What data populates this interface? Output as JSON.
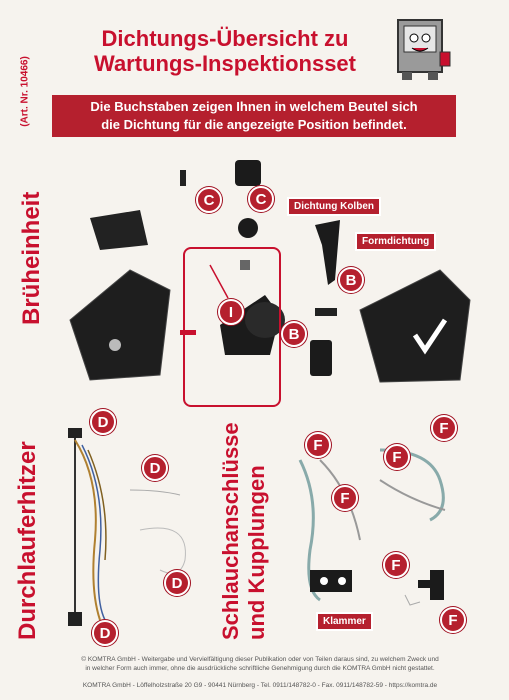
{
  "header": {
    "title_line1": "Dichtungs-Übersicht zu",
    "title_line2": "Wartungs-Inspektionsset",
    "art_nr": "(Art. Nr. 10466)",
    "banner_line1": "Die Buchstaben zeigen Ihnen in welchem Beutel sich",
    "banner_line2": "die Dichtung für die angezeigte Position befindet."
  },
  "sections": {
    "brueheinheit": "Brüheinheit",
    "durchlauferhitzer": "Durchlauferhitzer",
    "schlauch_line1": "Schlauchanschlüsse",
    "schlauch_line2": "und Kupplungen"
  },
  "labels": {
    "dichtung_kolben": "Dichtung Kolben",
    "formdichtung": "Formdichtung",
    "klammer": "Klammer"
  },
  "callouts": {
    "c": "C",
    "b": "B",
    "i": "I",
    "d": "D",
    "f": "F"
  },
  "footer": {
    "line1": "© KOMTRA GmbH - Weitergabe und Vervielfältigung dieser Publikation oder von Teilen daraus sind, zu welchem Zweck und",
    "line2": "in welcher Form auch immer, ohne die ausdrückliche schriftliche Genehmigung durch die KOMTRA GmbH nicht gestattet.",
    "line3": "KOMTRA GmbH - Löffelholzstraße 20 G9 - 90441 Nürnberg - Tel. 0911/148782-0 - Fax. 0911/148782-59 - https://komtra.de"
  },
  "colors": {
    "accent": "#c8102e",
    "banner": "#b5202e"
  }
}
